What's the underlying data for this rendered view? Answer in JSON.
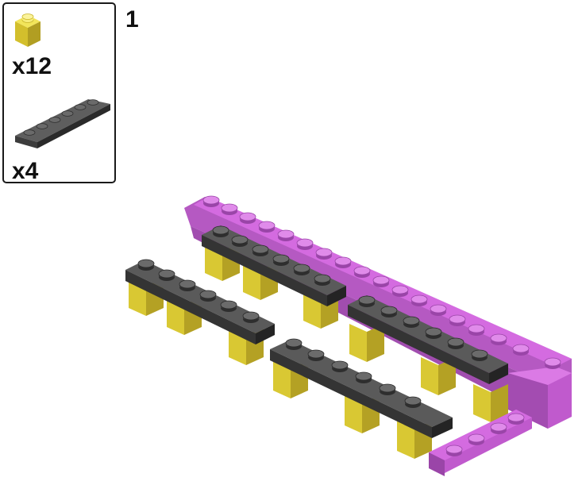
{
  "step": {
    "number": "1"
  },
  "parts": [
    {
      "name": "yellow-1x1-brick",
      "quantity": "x12",
      "color": "#E8D53A"
    },
    {
      "name": "dark-gray-1x6-plate",
      "quantity": "x4",
      "color": "#4A4A4A"
    }
  ],
  "colors": {
    "yellow_top": "#EEE24A",
    "yellow_left": "#C7B32A",
    "yellow_right": "#A99720",
    "gray_top": "#5A5A5A",
    "gray_side": "#303030",
    "magenta_top": "#D46BE0",
    "magenta_side": "#A84FB5"
  }
}
